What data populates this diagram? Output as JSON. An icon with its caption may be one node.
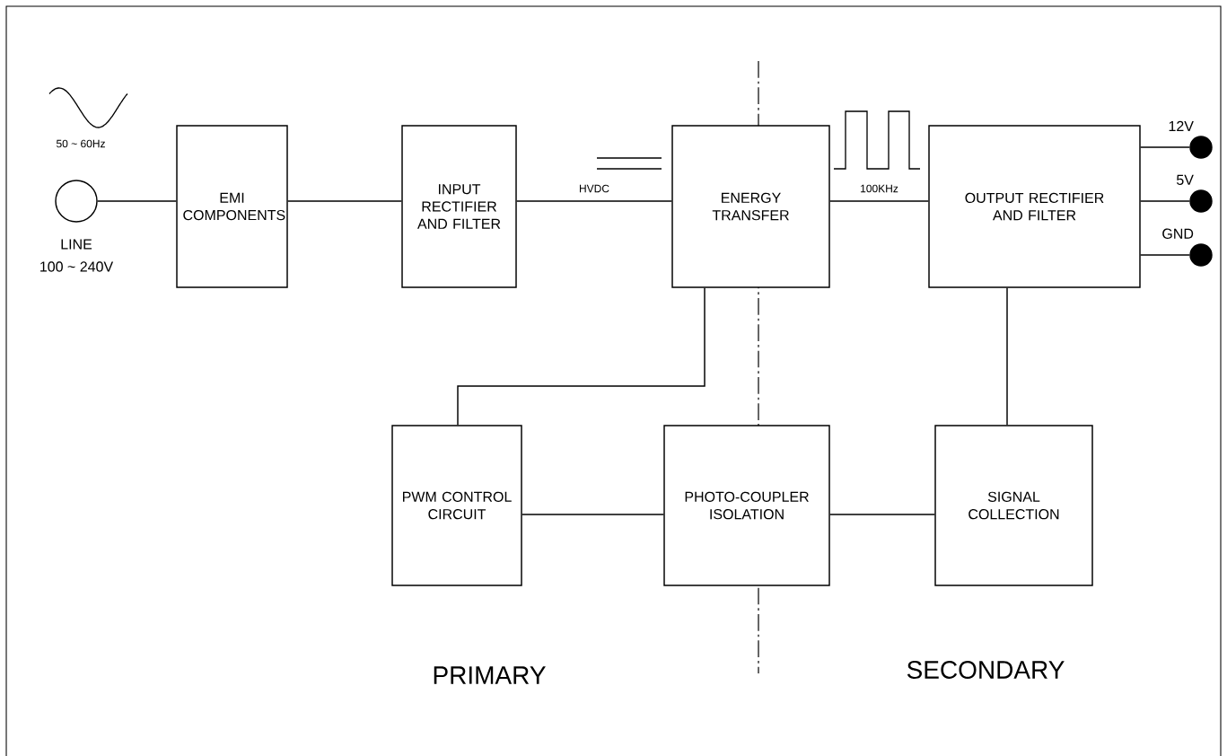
{
  "diagram": {
    "nodes": [
      {
        "text": [],
        "shape": "circle",
        "beside": [
          "LINE",
          "100 ~ 240V"
        ]
      },
      {
        "text": [
          "EMI COMPONENTS"
        ]
      },
      {
        "text": [
          "INPUT RECTIFIER AND FILTER"
        ]
      },
      {
        "text": [
          "ENERGY TRANSFER"
        ]
      },
      {
        "text": [
          "OUTPUT RECTIFIER AND FILTER"
        ]
      },
      {
        "text": [],
        "shape": "dot",
        "beside": [
          "12V"
        ]
      },
      {
        "text": [],
        "shape": "dot",
        "beside": [
          "5V"
        ]
      },
      {
        "text": [],
        "shape": "dot",
        "beside": [
          "GND"
        ]
      },
      {
        "text": [
          "PWM CONTROL CIRCUIT"
        ]
      },
      {
        "text": [
          "PHOTO-COUPLER ISOLATION"
        ]
      },
      {
        "text": [
          "SIGNAL COLLECTION"
        ]
      }
    ],
    "edges": [
      {
        "from": 0,
        "to": 1,
        "arrow": "none"
      },
      {
        "from": 1,
        "to": 2,
        "arrow": "none"
      },
      {
        "from": 2,
        "to": 3,
        "arrow": "none",
        "label": "HVDC"
      },
      {
        "from": 3,
        "to": 4,
        "arrow": "none",
        "label": "100KHz"
      },
      {
        "from": 4,
        "to": 5,
        "arrow": "none"
      },
      {
        "from": 4,
        "to": 6,
        "arrow": "none"
      },
      {
        "from": 4,
        "to": 7,
        "arrow": "none"
      },
      {
        "from": 3,
        "to": 8,
        "arrow": "none"
      },
      {
        "from": 8,
        "to": 9,
        "arrow": "none"
      },
      {
        "from": 9,
        "to": 10,
        "arrow": "none"
      },
      {
        "from": 10,
        "to": 4,
        "arrow": "none"
      }
    ],
    "labels": [
      "50 ~ 60Hz",
      "PRIMARY",
      "SECONDARY"
    ]
  }
}
